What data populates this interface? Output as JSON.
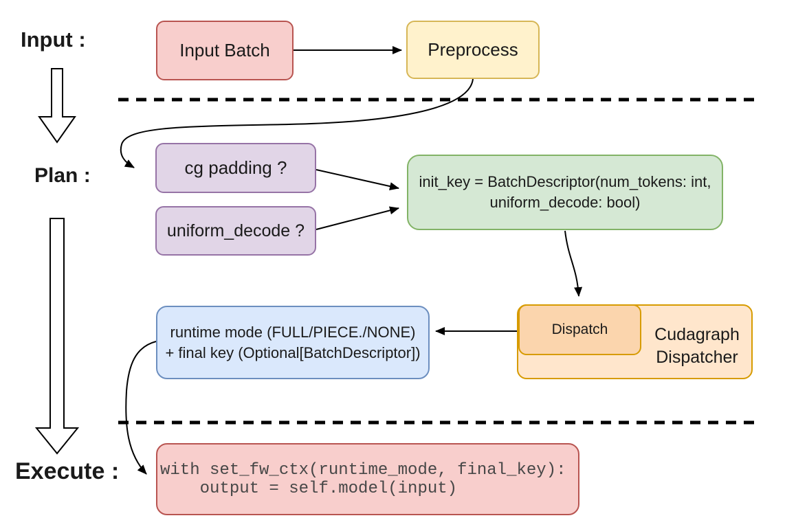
{
  "stages": {
    "input": "Input :",
    "plan": "Plan :",
    "execute": "Execute :"
  },
  "nodes": {
    "input_batch": {
      "label": "Input Batch",
      "fill": "#f8cecc",
      "stroke": "#b85450"
    },
    "preprocess": {
      "label": "Preprocess",
      "fill": "#fff2cc",
      "stroke": "#d6b656"
    },
    "cg_padding": {
      "label": "cg padding ?",
      "fill": "#e1d5e7",
      "stroke": "#9673a6"
    },
    "uniform_decode": {
      "label": "uniform_decode ?",
      "fill": "#e1d5e7",
      "stroke": "#9673a6"
    },
    "init_key": {
      "line1": "init_key = BatchDescriptor(num_tokens: int,",
      "line2": "uniform_decode: bool)",
      "fill": "#d5e8d4",
      "stroke": "#82b366"
    },
    "cudagraph_dispatcher": {
      "label": "Cudagraph Dispatcher",
      "fill": "#ffe6cc",
      "stroke": "#d79b00"
    },
    "dispatch": {
      "label": "Dispatch",
      "fill": "#fbd5ad",
      "stroke": "#d79b00"
    },
    "runtime_mode": {
      "line1": "runtime mode (FULL/PIECE./NONE)",
      "line2": "+ final key (Optional[BatchDescriptor])",
      "fill": "#dae8fc",
      "stroke": "#6c8ebf"
    },
    "execute_code": {
      "line1": "with set_fw_ctx(runtime_mode, final_key):",
      "line2": "    output = self.model(input)",
      "fill": "#f8cecc",
      "stroke": "#b85450",
      "text_color": "#474747"
    }
  },
  "connectors": {
    "color": "#000000"
  }
}
